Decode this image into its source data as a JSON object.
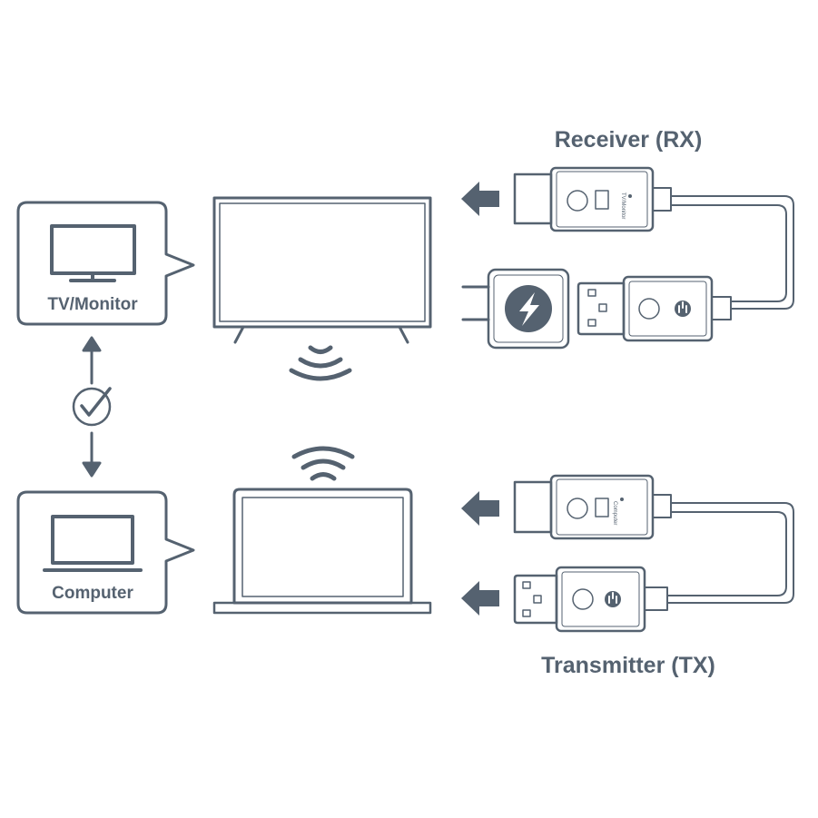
{
  "labels": {
    "receiver": "Receiver (RX)",
    "transmitter": "Transmitter (TX)",
    "tv_monitor": "TV/Monitor",
    "computer": "Computer",
    "rx_port_text": "TV/Monitor",
    "tx_port_text": "Computer"
  },
  "colors": {
    "stroke": "#556270",
    "fill_light": "#ffffff",
    "fill_dark": "#556270"
  },
  "icons": [
    "tv-icon",
    "laptop-icon",
    "wifi-signal-icon",
    "check-circle-icon",
    "arrow-icon",
    "power-adapter-icon",
    "usb-plug-icon",
    "lightning-icon",
    "power-icon"
  ]
}
